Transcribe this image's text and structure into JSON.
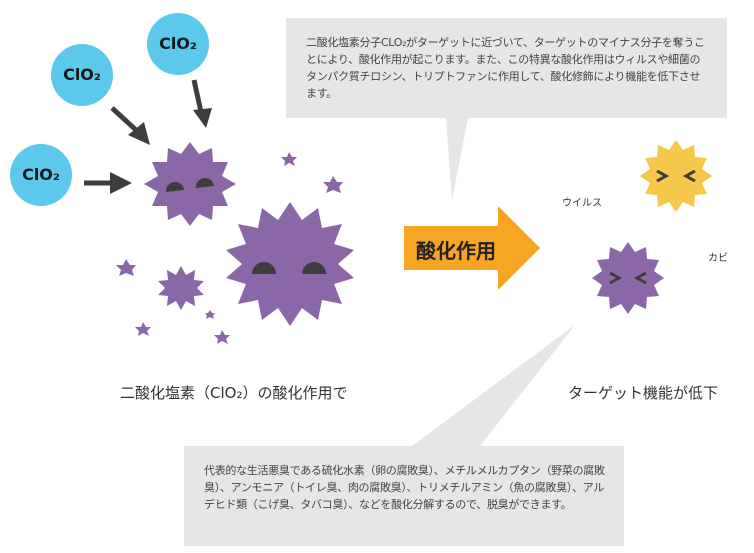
{
  "top_callout": {
    "text": "二酸化塩素分子CLO₂がターゲットに近づいて、ターゲットのマイナス分子を奪うことにより、酸化作用が起こります。また、この特異な酸化作用はウィルスや細菌のタンパク質チロシン、トリプトファンに作用して、酸化修飾により機能を低下させます。"
  },
  "bottom_callout": {
    "text": "代表的な生活悪臭である硫化水素（卵の腐敗臭）、メチルメルカプタン（野菜の腐敗臭）、アンモニア（トイレ臭、肉の腐敗臭）、トリメチルアミン（魚の腐敗臭）、アルデヒド類（こげ臭、タバコ臭）、などを酸化分解するので、脱臭ができます。"
  },
  "molecules": [
    "ClO₂",
    "ClO₂",
    "ClO₂"
  ],
  "arrow_label": "酸化作用",
  "left_caption": "二酸化塩素（ClO₂）の酸化作用で",
  "right_caption": "ターゲット機能が低下",
  "target_labels": {
    "virus": "ウイルス",
    "mold": "カビ"
  },
  "colors": {
    "molecule": "#5bc8ec",
    "germ": "#8a68a8",
    "mold": "#f5c84c",
    "arrow": "#f6a623",
    "callout": "#e6e6e6",
    "pointer": "#3d3d3d"
  }
}
